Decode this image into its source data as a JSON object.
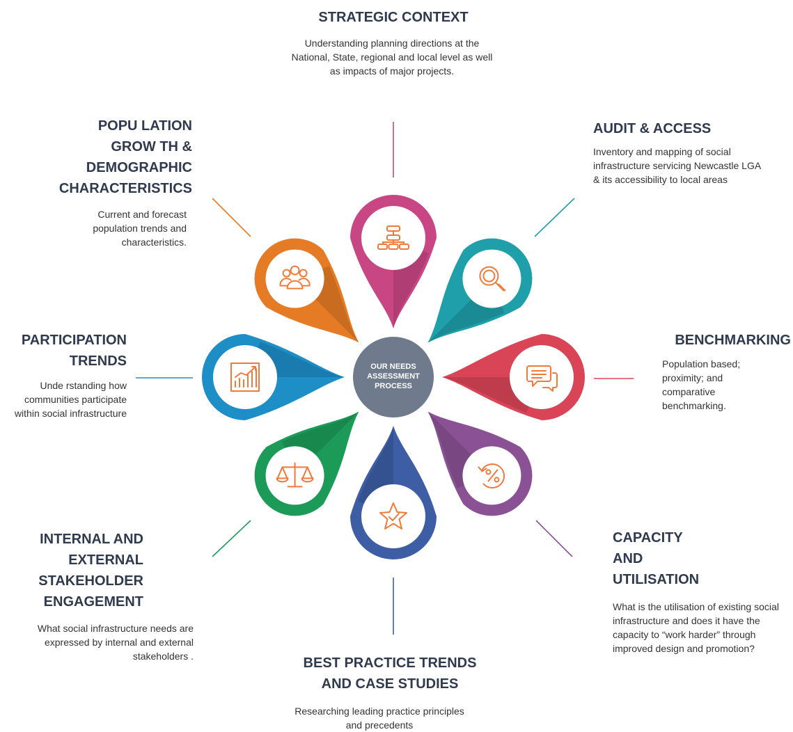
{
  "center": {
    "line1": "OUR NEEDS",
    "line2": "ASSESSMENT",
    "line3": "PROCESS"
  },
  "colors": {
    "strategic": "#c94684",
    "audit": "#1e9fa9",
    "benchmarking": "#d94556",
    "capacity": "#8a5194",
    "best_practice": "#3d5ea4",
    "stakeholder": "#1c9b58",
    "participation": "#1e8ec6",
    "population": "#e57b25",
    "center": "#6f7a8c",
    "heading": "#2f3a4e",
    "icon": "#f07a3a"
  },
  "sections": {
    "strategic": {
      "title": "STRATEGIC CONTEXT",
      "desc": "Understanding planning directions at the National, State, regional and local level as well as impacts of major projects.",
      "icon": "org-chart-icon"
    },
    "audit": {
      "title": "AUDIT & ACCESS",
      "desc": "Inventory and mapping of social infrastructure servicing Newcastle LGA & its accessibility to local areas",
      "icon": "magnifier-icon"
    },
    "benchmarking": {
      "title": "BENCHMARKING",
      "desc": "Population based; proximity; and comparative benchmarking.",
      "icon": "speech-bubbles-icon"
    },
    "capacity": {
      "title": "CAPACITY\nAND\nUTILISATION",
      "desc": "What is the utilisation of existing social infrastructure and does it have the capacity to “work harder” through improved design and promotion?",
      "icon": "percent-refresh-icon"
    },
    "best_practice": {
      "title": "BEST PRACTICE TRENDS\nAND CASE STUDIES",
      "desc": "Researching leading practice principles and precedents",
      "icon": "star-badge-icon"
    },
    "stakeholder": {
      "title": "INTERNAL AND\nEXTERNAL\nSTAKEHOLDER\nENGAGEMENT",
      "desc": "What social infrastructure needs are expressed by internal and external stakeholders .",
      "icon": "scales-icon"
    },
    "participation": {
      "title": "PARTICIPATION\nTRENDS",
      "desc": "Unde rstanding how communities participate within social infrastructure",
      "icon": "bar-chart-icon"
    },
    "population": {
      "title": "POPU LATION\nGROW TH &\nDEMOGRAPHIC\nCHARACTERISTICS",
      "desc": "Current and forecast population trends and characteristics.",
      "icon": "people-icon"
    }
  }
}
